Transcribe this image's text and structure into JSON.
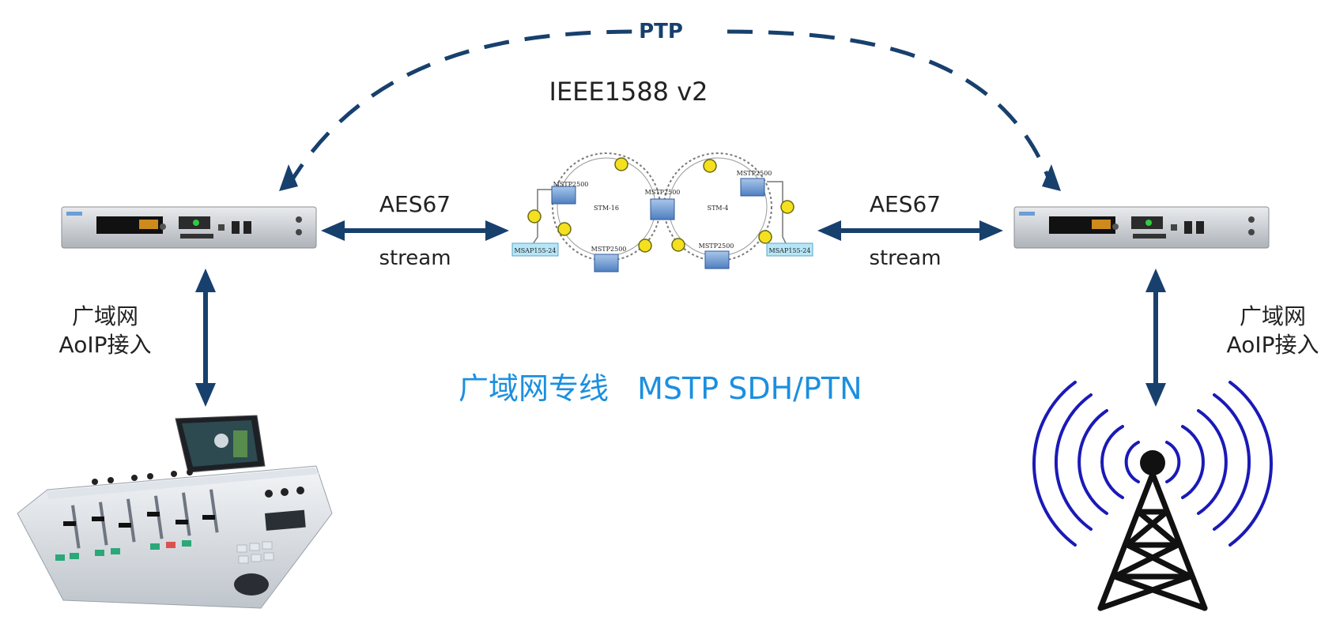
{
  "sync": {
    "ptp_label": "PTP",
    "standard_label": "IEEE1588 v2"
  },
  "links": {
    "left_aes_label": "AES67",
    "left_stream_label": "stream",
    "right_aes_label": "AES67",
    "right_stream_label": "stream"
  },
  "access": {
    "left_line1": "广域网",
    "left_line2": "AoIP接入",
    "right_line1": "广域网",
    "right_line2": "AoIP接入"
  },
  "wan": {
    "label_cn": "广域网专线",
    "label_tech": "MSTP SDH/PTN"
  },
  "network": {
    "ring_left_label": "STM-16",
    "ring_right_label": "STM-4",
    "node_label": "MSTP2500",
    "msap_label": "MSAP155-24"
  },
  "colors": {
    "navy": "#17406d",
    "wan_text": "#1b8fe0",
    "antenna_waves": "#1a1ab8"
  }
}
